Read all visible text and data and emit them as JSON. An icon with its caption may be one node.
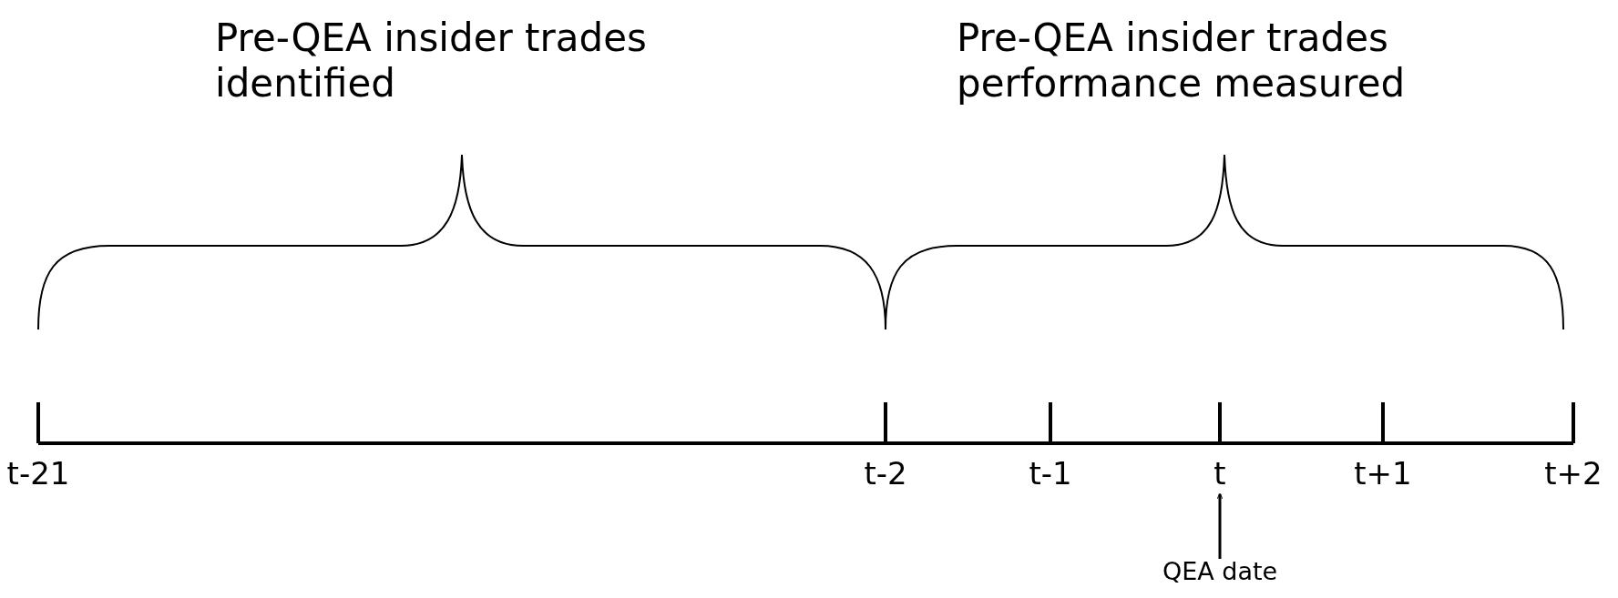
{
  "diagram": {
    "nodes": [
      {
        "text": [
          "t"
        ]
      },
      {
        "text": [
          "QEA date"
        ]
      }
    ],
    "edges": [
      {
        "from": 1,
        "to": 0,
        "arrow": "to"
      }
    ],
    "labels": [
      "Pre-QEA insider trades identified",
      "Pre-QEA insider trades performance measured",
      "t-21",
      "t-2",
      "t-1",
      "t+1",
      "t+2"
    ]
  }
}
